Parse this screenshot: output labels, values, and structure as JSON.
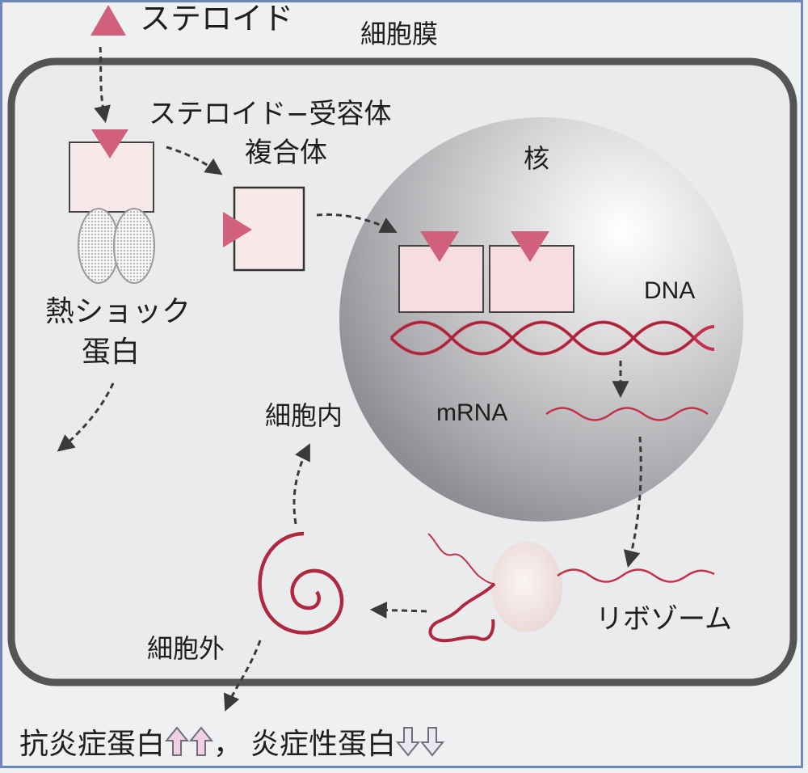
{
  "labels": {
    "steroid": "ステロイド",
    "cell_membrane": "細胞膜",
    "complex_line1": "ステロイド−受容体",
    "complex_line2": "複合体",
    "nucleus": "核",
    "dna": "DNA",
    "heat_shock_line1": "熱ショック",
    "heat_shock_line2": "蛋白",
    "mrna": "mRNA",
    "intracellular": "細胞内",
    "ribosome": "リボゾーム",
    "extracellular": "細胞外"
  },
  "effects": {
    "anti_inflammatory": "抗炎症蛋白",
    "separator": "，",
    "inflammatory": "炎症性蛋白"
  },
  "colors": {
    "steroid": "#d0607c",
    "receptor_fill": "#f7e9e9",
    "protein_strand": "#c3324a",
    "membrane": "#555555",
    "up_arrow": "#f3cfe6",
    "down_arrow": "#eae6f2"
  }
}
